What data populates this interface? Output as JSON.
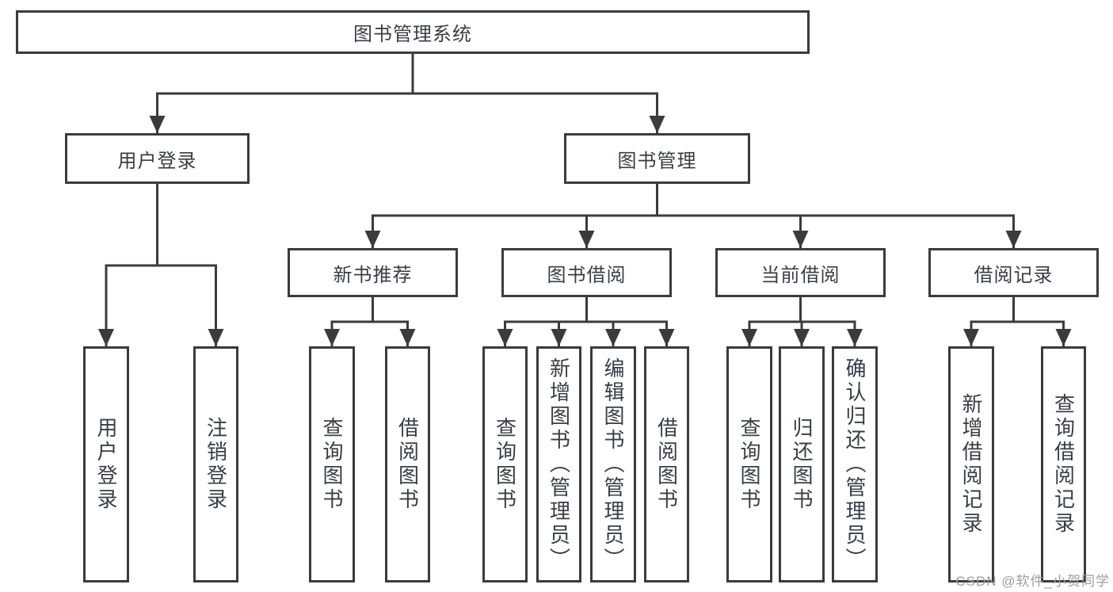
{
  "diagram": {
    "root": {
      "label": "图书管理系统"
    },
    "level2": [
      {
        "label": "用户登录",
        "parent": "图书管理系统"
      },
      {
        "label": "图书管理",
        "parent": "图书管理系统"
      }
    ],
    "level3": [
      {
        "label": "新书推荐",
        "parent": "图书管理"
      },
      {
        "label": "图书借阅",
        "parent": "图书管理"
      },
      {
        "label": "当前借阅",
        "parent": "图书管理"
      },
      {
        "label": "借阅记录",
        "parent": "图书管理"
      }
    ],
    "leaves": [
      {
        "label": "用户登录",
        "parent": "用户登录"
      },
      {
        "label": "注销登录",
        "parent": "用户登录"
      },
      {
        "label": "查询图书",
        "parent": "新书推荐"
      },
      {
        "label": "借阅图书",
        "parent": "新书推荐"
      },
      {
        "label": "查询图书",
        "parent": "图书借阅"
      },
      {
        "label": "新增图书（管理员）",
        "parent": "图书借阅"
      },
      {
        "label": "编辑图书（管理员）",
        "parent": "图书借阅"
      },
      {
        "label": "借阅图书",
        "parent": "图书借阅"
      },
      {
        "label": "查询图书",
        "parent": "当前借阅"
      },
      {
        "label": "归还图书",
        "parent": "当前借阅"
      },
      {
        "label": "确认归还（管理员）",
        "parent": "当前借阅"
      },
      {
        "label": "新增借阅记录",
        "parent": "借阅记录"
      },
      {
        "label": "查询借阅记录",
        "parent": "借阅记录"
      }
    ]
  },
  "watermark": {
    "text": "CSDN @软件_小贺同学"
  },
  "colors": {
    "line": "#3b3b3b",
    "box_border": "#3b3b3b",
    "text": "#393e45",
    "background": "#ffffff",
    "watermark": "#9e9e9e"
  }
}
